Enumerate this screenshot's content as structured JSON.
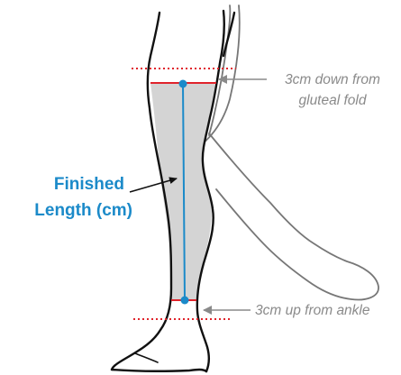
{
  "labels": {
    "finished_length_line1": "Finished",
    "finished_length_line2": "Length (cm)",
    "top_note_line1": "3cm down from",
    "top_note_line2": "gluteal fold",
    "bottom_note": "3cm up from ankle"
  },
  "colors": {
    "measure_blue": "#1b8ac9",
    "finished_text_blue": "#1b8ac9",
    "boundary_red": "#e0232b",
    "leg_outline": "#111111",
    "garment_fill": "#d4d4d4",
    "back_leg_outline": "#777777",
    "note_text_gray": "#8a8a8a",
    "arrow_black": "#111111",
    "arrow_gray": "#8a8a8a"
  }
}
